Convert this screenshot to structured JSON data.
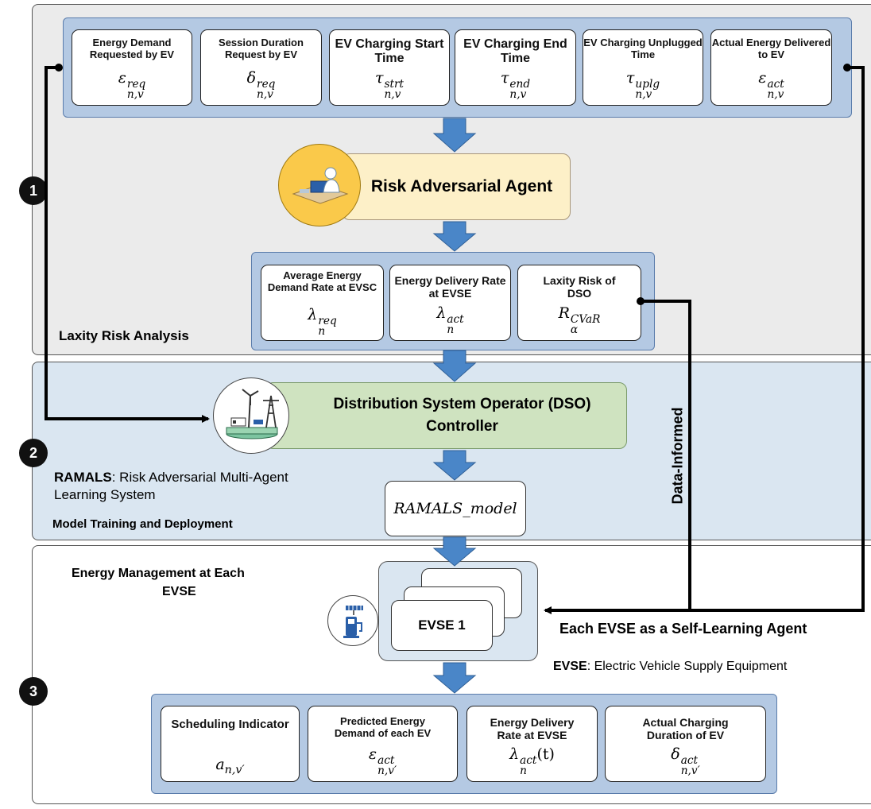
{
  "sections": {
    "laxity": {
      "number": "1",
      "title": "Laxity Risk Analysis"
    },
    "training": {
      "number": "2",
      "title": "Model Training and Deployment"
    },
    "energy": {
      "number": "3",
      "title_line1": "Energy Management at Each",
      "title_line2": "EVSE"
    }
  },
  "top_inputs": [
    {
      "label": "Energy Demand Requested by EV",
      "sym": "ε",
      "sub": "n,v",
      "sup": "req"
    },
    {
      "label": "Session Duration Request by EV",
      "sym": "δ",
      "sub": "n,v",
      "sup": "req"
    },
    {
      "label": "EV Charging Start Time",
      "sym": "τ",
      "sub": "n,v",
      "sup": "strt"
    },
    {
      "label": "EV Charging End Time",
      "sym": "τ",
      "sub": "n,v",
      "sup": "end"
    },
    {
      "label": "EV Charging Unplugged Time",
      "sym": "τ",
      "sub": "n,v",
      "sup": "uplg"
    },
    {
      "label": "Actual Energy Delivered to EV",
      "sym": "ε",
      "sub": "n,v",
      "sup": "act"
    }
  ],
  "risk_agent": {
    "label": "Risk Adversarial Agent",
    "icon": "person-at-desk-icon"
  },
  "risk_outputs": [
    {
      "label": "Average Energy Demand Rate at EVSC",
      "sym": "λ",
      "sub": "n",
      "sup": "req"
    },
    {
      "label": "Energy Delivery Rate at EVSE",
      "sym": "λ",
      "sub": "n",
      "sup": "act"
    },
    {
      "label": "Laxity Risk of DSO",
      "sym": "R",
      "sub": "α",
      "sup": "CVaR"
    }
  ],
  "dso": {
    "line1": "Distribution System Operator (DSO)",
    "line2": "Controller",
    "icon": "grid-energy-icon"
  },
  "ramals": {
    "name": "RAMALS",
    "definition": ": Risk Adversarial Multi-Agent",
    "definition_line2": "Learning System",
    "model": "RAMALS_model"
  },
  "data_informed": "Data-Informed",
  "evse": {
    "label": "EVSE 1",
    "icon": "charging-station-icon",
    "self_learning": "Each EVSE as a Self-Learning Agent",
    "abbr": "EVSE",
    "abbr_def": ": Electric Vehicle Supply Equipment"
  },
  "bottom_outputs": [
    {
      "label": "Scheduling Indicator",
      "sym": "a",
      "sub": "n,v′",
      "sup": ""
    },
    {
      "label": "Predicted Energy Demand of each EV",
      "sym": "ε",
      "sub": "n,v′",
      "sup": "act"
    },
    {
      "label": "Energy Delivery Rate at EVSE",
      "sym": "λ",
      "sub": "n",
      "sup": "act",
      "suffix": "(t)"
    },
    {
      "label": "Actual Charging Duration of EV",
      "sym": "δ",
      "sub": "n,v′",
      "sup": "act"
    }
  ],
  "colors": {
    "arrow": "#4a86c8",
    "agent_fill": "#fdf0c8",
    "dso_fill": "#cfe3c0",
    "group_fill": "#b4c9e3"
  }
}
